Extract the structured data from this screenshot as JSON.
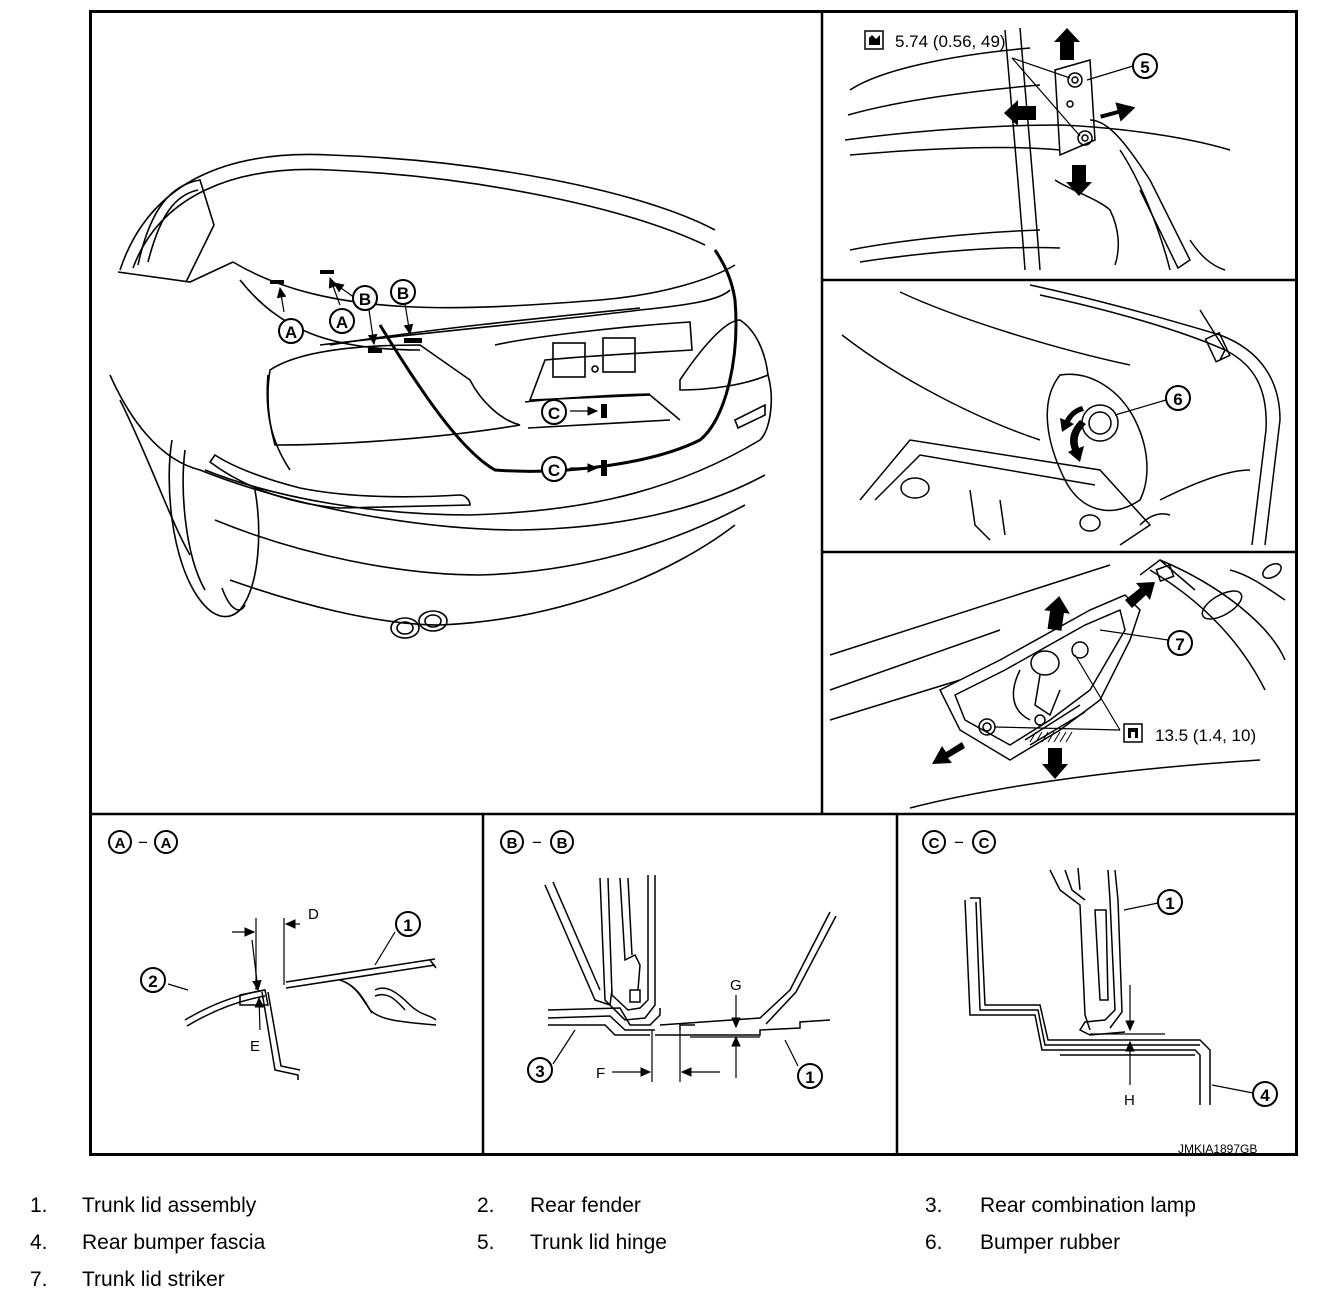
{
  "figure": {
    "code": "JMKIA1897GB",
    "torque_hinge": "5.74 (0.56, 49)",
    "torque_striker": "13.5 (1.4, 10)",
    "letters": {
      "A": "A",
      "B": "B",
      "C": "C"
    },
    "numbers": {
      "n1": "1",
      "n2": "2",
      "n3": "3",
      "n4": "4",
      "n5": "5",
      "n6": "6",
      "n7": "7"
    },
    "section_sep": "−",
    "dims": {
      "D": "D",
      "E": "E",
      "F": "F",
      "G": "G",
      "H": "H"
    }
  },
  "legend": [
    {
      "num": "1.",
      "text": "Trunk lid assembly"
    },
    {
      "num": "2.",
      "text": "Rear fender"
    },
    {
      "num": "3.",
      "text": "Rear combination lamp"
    },
    {
      "num": "4.",
      "text": "Rear bumper fascia"
    },
    {
      "num": "5.",
      "text": "Trunk lid hinge"
    },
    {
      "num": "6.",
      "text": "Bumper rubber"
    },
    {
      "num": "7.",
      "text": "Trunk lid striker"
    }
  ]
}
